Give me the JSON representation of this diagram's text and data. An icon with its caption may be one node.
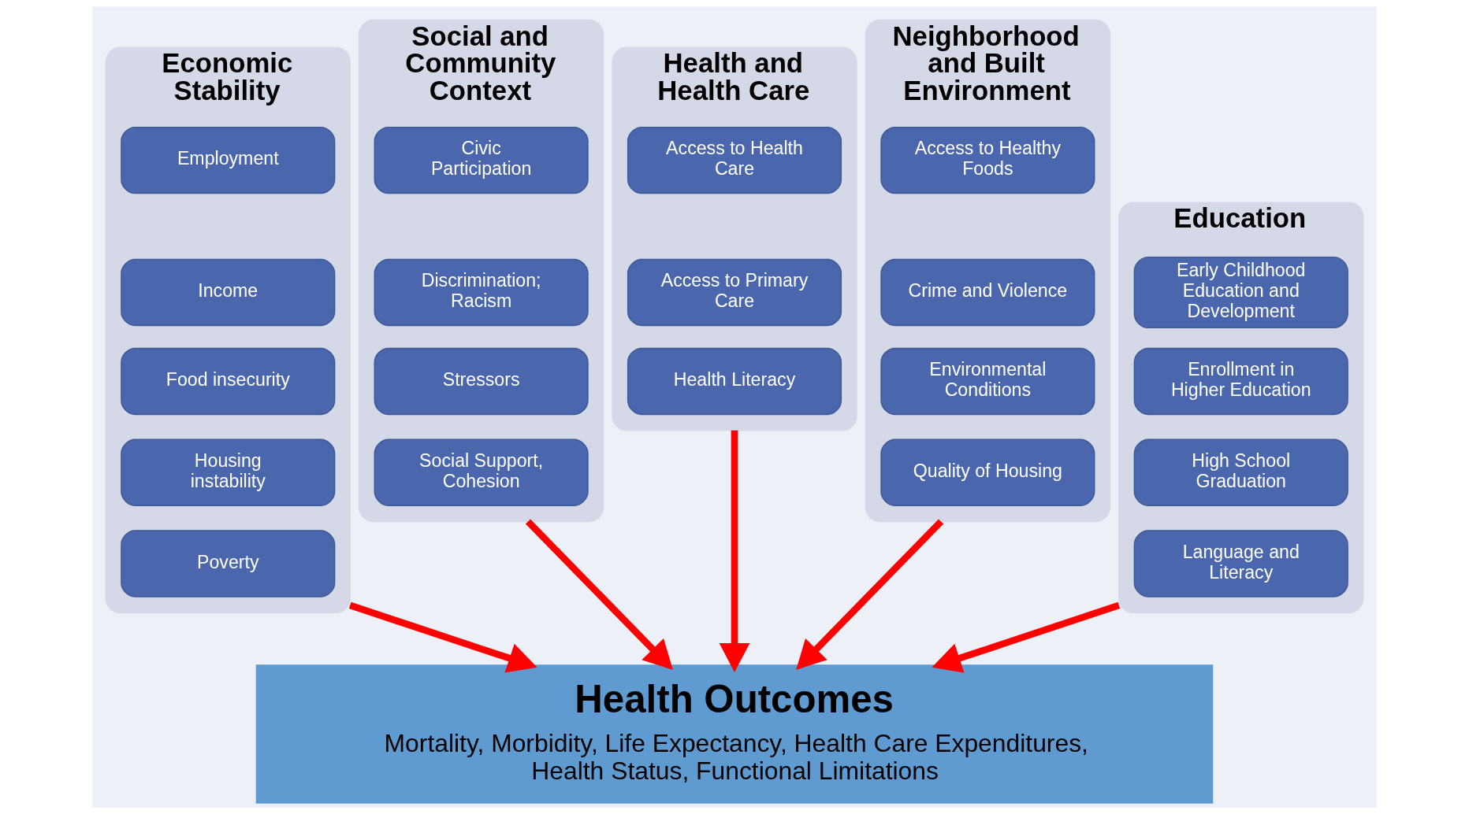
{
  "diagram": {
    "nodes": [
      {
        "text": [
          "Economic Stability"
        ]
      },
      {
        "text": [
          "Employment"
        ],
        "in": 0
      },
      {
        "text": [
          "Income"
        ],
        "in": 0
      },
      {
        "text": [
          "Food insecurity"
        ],
        "in": 0
      },
      {
        "text": [
          "Housing instability"
        ],
        "in": 0
      },
      {
        "text": [
          "Poverty"
        ],
        "in": 0
      },
      {
        "text": [
          "Education"
        ]
      },
      {
        "text": [
          "Early Childhood Education and Development"
        ],
        "in": 6
      },
      {
        "text": [
          "Enrollment in Higher Education"
        ],
        "in": 6
      },
      {
        "text": [
          "High School Graduation"
        ],
        "in": 6
      },
      {
        "text": [
          "Language and Literacy"
        ],
        "in": 6
      },
      {
        "text": [
          "Social and Community Context"
        ]
      },
      {
        "text": [
          "Civic Participation"
        ],
        "in": 11
      },
      {
        "text": [
          "Discrimination; Racism"
        ],
        "in": 11
      },
      {
        "text": [
          "Stressors"
        ],
        "in": 11
      },
      {
        "text": [
          "Social Support, Cohesion"
        ],
        "in": 11
      },
      {
        "text": [
          "Health and Health Care"
        ]
      },
      {
        "text": [
          "Access to Health Care"
        ],
        "in": 16
      },
      {
        "text": [
          "Access to Primary Care"
        ],
        "in": 16
      },
      {
        "text": [
          "Health Literacy"
        ],
        "in": 16
      },
      {
        "text": [
          "Neighborhood and Built Environment"
        ]
      },
      {
        "text": [
          "Access to Healthy Foods"
        ],
        "in": 20
      },
      {
        "text": [
          "Crime and Violence"
        ],
        "in": 20
      },
      {
        "text": [
          "Environmental Conditions"
        ],
        "in": 20
      },
      {
        "text": [
          "Quality of Housing"
        ],
        "in": 20
      },
      {
        "text": [
          "Health Outcomes",
          "Mortality, Morbidity, Life Expectancy, Health Care Expenditures, Health Status, Functional Limitations"
        ]
      }
    ],
    "edges": [
      {
        "from": 0,
        "to": 25,
        "arrow": "to"
      },
      {
        "from": 6,
        "to": 25,
        "arrow": "to"
      },
      {
        "from": 11,
        "to": 25,
        "arrow": "to"
      },
      {
        "from": 16,
        "to": 25,
        "arrow": "to"
      },
      {
        "from": 20,
        "to": 25,
        "arrow": "to"
      }
    ]
  }
}
